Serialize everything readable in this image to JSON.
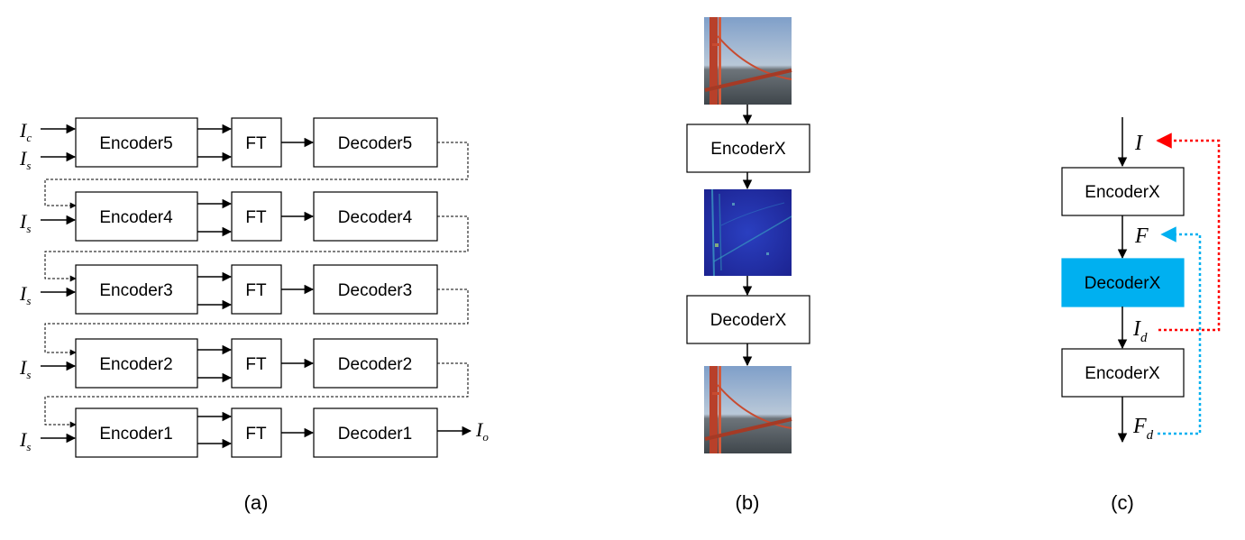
{
  "panel_a": {
    "rows": [
      {
        "input_label": "I",
        "input_sub": "c",
        "input2_label": "I",
        "input2_sub": "s",
        "encoder": "Encoder5",
        "ft": "FT",
        "decoder": "Decoder5"
      },
      {
        "input_label": "I",
        "input_sub": "s",
        "encoder": "Encoder4",
        "ft": "FT",
        "decoder": "Decoder4"
      },
      {
        "input_label": "I",
        "input_sub": "s",
        "encoder": "Encoder3",
        "ft": "FT",
        "decoder": "Decoder3"
      },
      {
        "input_label": "I",
        "input_sub": "s",
        "encoder": "Encoder2",
        "ft": "FT",
        "decoder": "Decoder2"
      },
      {
        "input_label": "I",
        "input_sub": "s",
        "encoder": "Encoder1",
        "ft": "FT",
        "decoder": "Decoder1"
      }
    ],
    "output_label": "I",
    "output_sub": "o",
    "caption": "(a)"
  },
  "panel_b": {
    "encoder": "EncoderX",
    "decoder": "DecoderX",
    "caption": "(b)"
  },
  "panel_c": {
    "label_i": "I",
    "encoder_top": "EncoderX",
    "label_f": "F",
    "decoder": "DecoderX",
    "label_id": "I",
    "label_id_sub": "d",
    "encoder_bottom": "EncoderX",
    "label_fd": "F",
    "label_fd_sub": "d",
    "caption": "(c)"
  },
  "colors": {
    "decoder_highlight": "#00B0F0",
    "red_loop": "#FF0000",
    "blue_loop": "#00B0F0"
  }
}
